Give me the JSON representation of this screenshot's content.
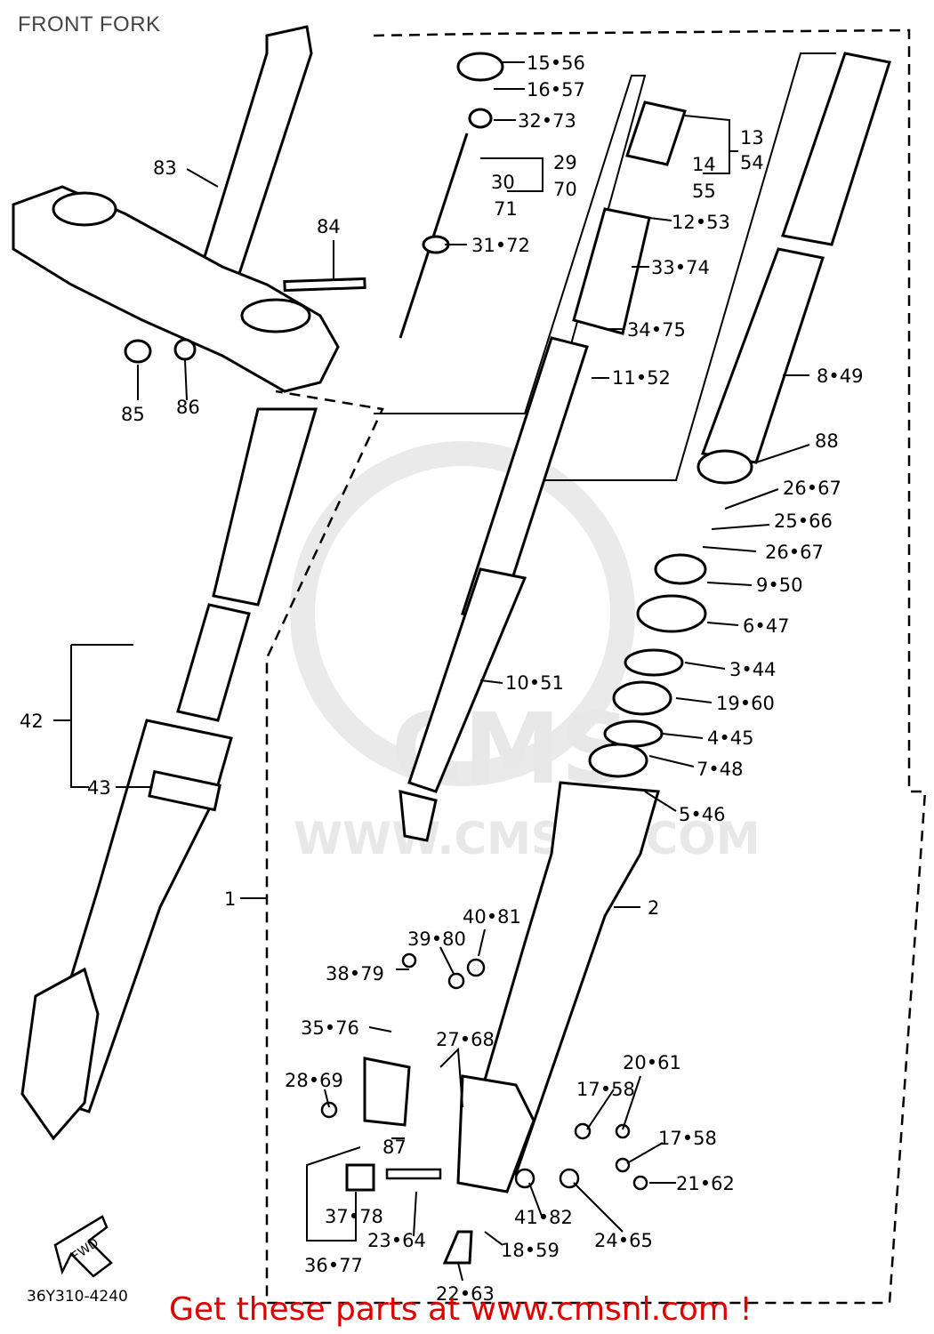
{
  "title": "FRONT FORK",
  "reference_code": "36Y310-4240",
  "footer_text": "Get these parts at www.cmsnl.com !",
  "watermark": {
    "logo_text": "CMS",
    "url_text": "WWW.CMSNL.COM"
  },
  "direction_marker": "FWD",
  "callouts": {
    "p15_56": "15•56",
    "p16_57": "16•57",
    "p32_73": "32•73",
    "p29": "29",
    "p70": "70",
    "p30": "30",
    "p71": "71",
    "p31_72": "31•72",
    "p13": "13",
    "p54": "54",
    "p14": "14",
    "p55": "55",
    "p12_53": "12•53",
    "p33_74": "33•74",
    "p34_75": "34•75",
    "p11_52": "11•52",
    "p8_49": "8•49",
    "p88": "88",
    "p26_67a": "26•67",
    "p25_66": "25•66",
    "p26_67b": "26•67",
    "p9_50": "9•50",
    "p6_47": "6•47",
    "p3_44": "3•44",
    "p19_60": "19•60",
    "p4_45": "4•45",
    "p7_48": "7•48",
    "p5_46": "5•46",
    "p10_51": "10•51",
    "p83": "83",
    "p84": "84",
    "p85": "85",
    "p86": "86",
    "p42": "42",
    "p43": "43",
    "p1": "1",
    "p2": "2",
    "p40_81": "40•81",
    "p39_80": "39•80",
    "p38_79": "38•79",
    "p35_76": "35•76",
    "p27_68": "27•68",
    "p28_69": "28•69",
    "p87": "87",
    "p20_61": "20•61",
    "p17_58a": "17•58",
    "p17_58b": "17•58",
    "p21_62": "21•62",
    "p37_78": "37•78",
    "p23_64": "23•64",
    "p41_82": "41•82",
    "p24_65": "24•65",
    "p18_59": "18•59",
    "p36_77": "36•77",
    "p22_63": "22•63"
  }
}
